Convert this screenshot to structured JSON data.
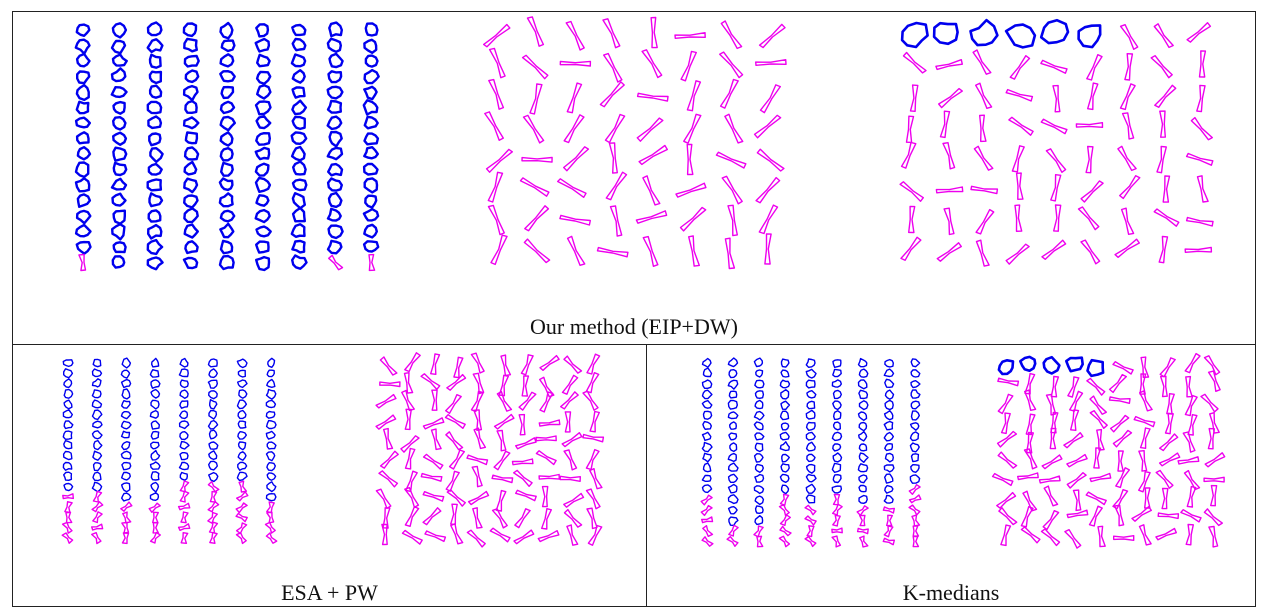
{
  "captions": {
    "top": "Our method (EIP+DW)",
    "bottom_left": "ESA + PW",
    "bottom_right": "K-medians"
  },
  "colors": {
    "cluster_a": "#0000ee",
    "cluster_b": "#ee00ee",
    "border": "#222222"
  },
  "icons": {
    "closed_contour": "blob-contour-shape",
    "elongated_contour": "bone-contour-shape"
  }
}
